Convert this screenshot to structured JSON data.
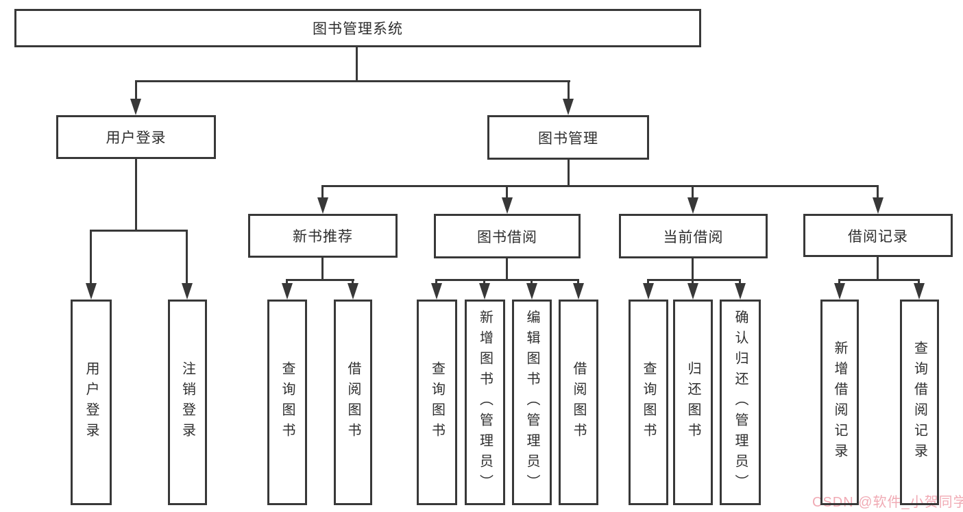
{
  "diagram_type": "hierarchy-chart",
  "tree": {
    "label": "图书管理系统",
    "children": [
      {
        "label": "用户登录",
        "children": [
          {
            "label": "用户登录"
          },
          {
            "label": "注销登录"
          }
        ]
      },
      {
        "label": "图书管理",
        "children": [
          {
            "label": "新书推荐",
            "children": [
              {
                "label": "查询图书"
              },
              {
                "label": "借阅图书"
              }
            ]
          },
          {
            "label": "图书借阅",
            "children": [
              {
                "label": "查询图书"
              },
              {
                "label": "新增图书（管理员）"
              },
              {
                "label": "编辑图书（管理员）"
              },
              {
                "label": "借阅图书"
              }
            ]
          },
          {
            "label": "当前借阅",
            "children": [
              {
                "label": "查询图书"
              },
              {
                "label": "归还图书"
              },
              {
                "label": "确认归还（管理员）"
              }
            ]
          },
          {
            "label": "借阅记录",
            "children": [
              {
                "label": "新增借阅记录"
              },
              {
                "label": "查询借阅记录"
              }
            ]
          }
        ]
      }
    ]
  },
  "watermark": {
    "label": "CSDN @软件_小贺同学"
  },
  "colors": {
    "line": "#383838",
    "text": "#2e2e2e",
    "watermark": "#f0a6b0",
    "background": "#ffffff"
  }
}
